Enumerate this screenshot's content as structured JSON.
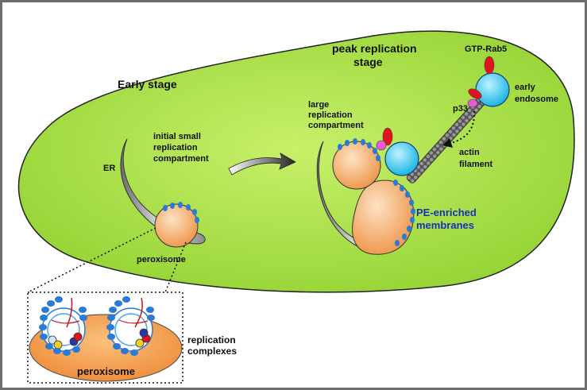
{
  "labels": {
    "early_stage": "Early stage",
    "peak_stage_line1": "peak replication",
    "peak_stage_line2": "stage",
    "er": "ER",
    "initial_line1": "initial small",
    "initial_line2": "replication",
    "initial_line3": "compartment",
    "peroxisome": "peroxisome",
    "large_line1": "large",
    "large_line2": "replication",
    "large_line3": "compartment",
    "gtp_rab5": "GTP-Rab5",
    "early_endosome_line1": "early",
    "early_endosome_line2": "endosome",
    "p33": "p33",
    "actin_line1": "actin",
    "actin_line2": "filament",
    "pe_line1": "PE-enriched",
    "pe_line2": "membranes",
    "replication_complexes_line1": "replication",
    "replication_complexes_line2": "complexes",
    "inset_peroxisome": "peroxisome"
  },
  "colors": {
    "background_frame": "#7a7a7a",
    "cell": "#a6e03f",
    "peroxisome": "#f2a463",
    "endosome": "#2ec4ec",
    "dots": "#2a7bd8",
    "rab5": "#e0131f",
    "p33": "#e85ad6",
    "pe_label": "#1a2fb8"
  }
}
